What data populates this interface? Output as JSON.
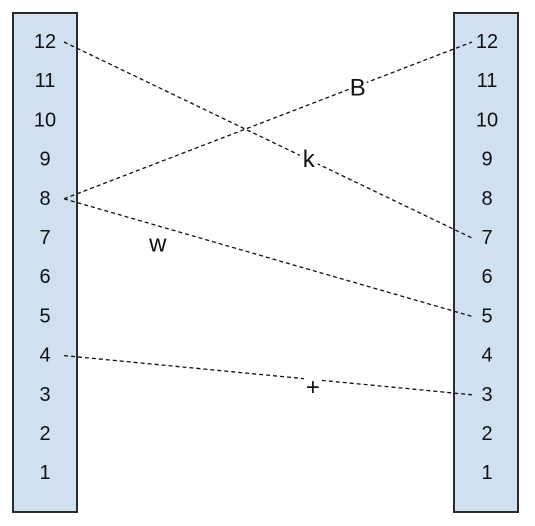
{
  "colors": {
    "column_fill": "#cfe0f1",
    "column_border": "#2b2b2b",
    "line": "#111111",
    "text": "#111111"
  },
  "left_column": {
    "numbers": [
      "12",
      "11",
      "10",
      "9",
      "8",
      "7",
      "6",
      "5",
      "4",
      "3",
      "2",
      "1"
    ]
  },
  "right_column": {
    "numbers": [
      "12",
      "11",
      "10",
      "9",
      "8",
      "7",
      "6",
      "5",
      "4",
      "3",
      "2",
      "1"
    ]
  },
  "connections": [
    {
      "from": "12",
      "to": "7",
      "label": "k"
    },
    {
      "from": "8",
      "to": "12",
      "label": "B"
    },
    {
      "from": "8",
      "to": "5",
      "label": "w"
    },
    {
      "from": "4",
      "to": "3",
      "label": "+"
    }
  ]
}
